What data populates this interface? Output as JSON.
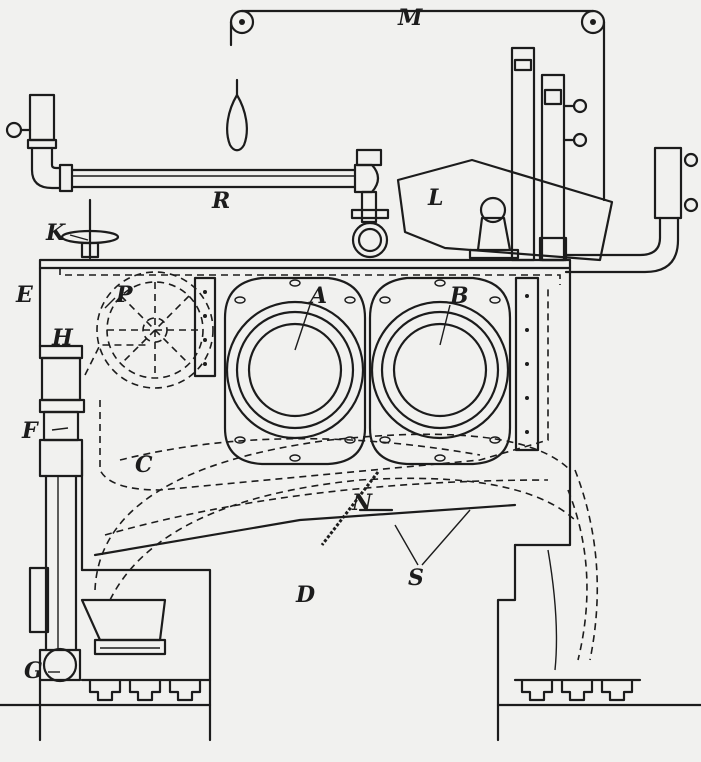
{
  "labels": {
    "M": "M",
    "R": "R",
    "L": "L",
    "K": "K",
    "E": "E",
    "P": "P",
    "H": "H",
    "A": "A",
    "B": "B",
    "F": "F",
    "C": "C",
    "N": "N",
    "S": "S",
    "D": "D",
    "G": "G"
  }
}
